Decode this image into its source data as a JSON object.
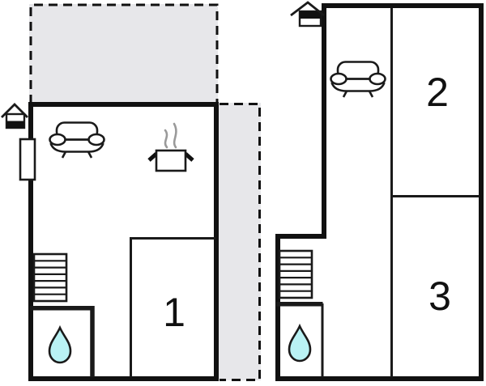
{
  "colors": {
    "wall": "#111111",
    "thin_line": "#1a1a1a",
    "area_fill": "#e7e7ea",
    "drop_fill": "#b9f2f4",
    "steam": "#9a9a9a",
    "label": "#111111",
    "background": "#ffffff"
  },
  "units": {
    "left": {
      "rooms": [
        {
          "id": "room1",
          "label": "1"
        }
      ],
      "features": [
        "entrance-icon",
        "door",
        "sofa-icon",
        "stove-pot-icon",
        "stairs-icon",
        "water-drop-icon",
        "dashed-terrace-area",
        "dashed-side-area"
      ]
    },
    "right": {
      "rooms": [
        {
          "id": "room2",
          "label": "2"
        },
        {
          "id": "room3",
          "label": "3"
        }
      ],
      "features": [
        "entrance-icon",
        "sofa-icon",
        "stairs-icon",
        "water-drop-icon"
      ]
    }
  }
}
